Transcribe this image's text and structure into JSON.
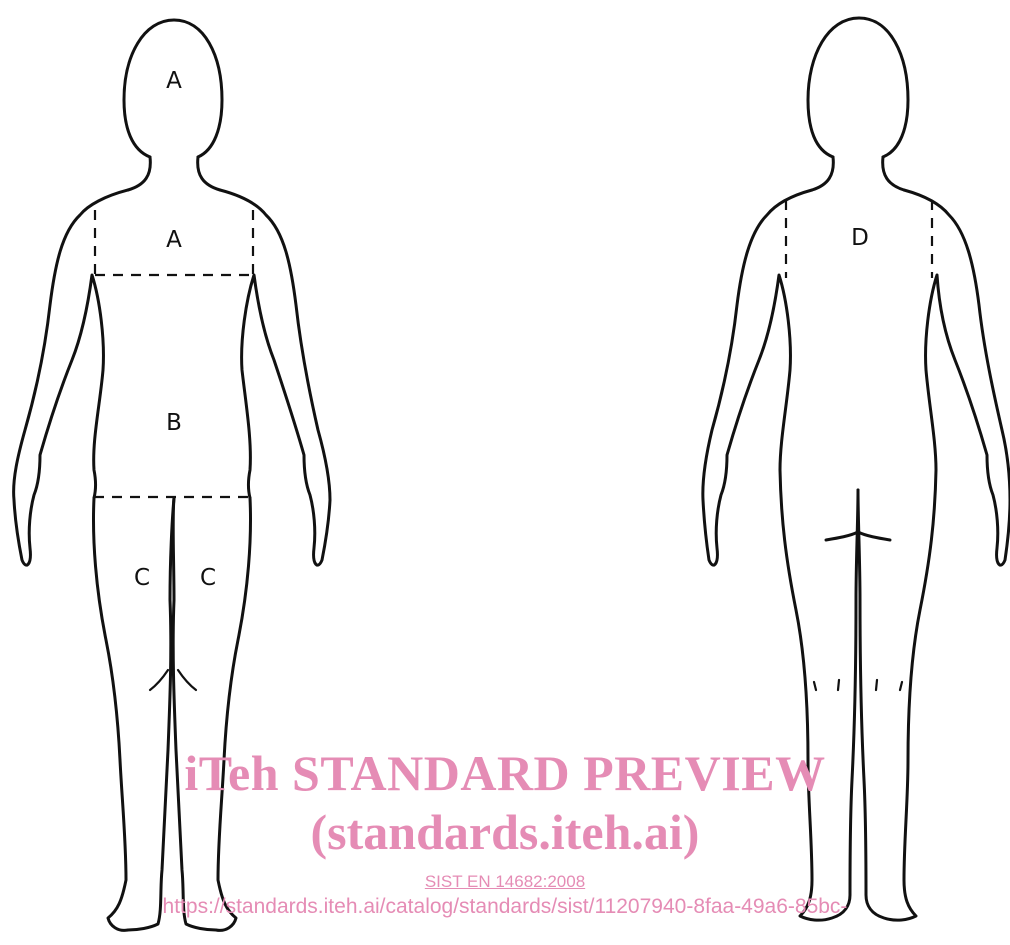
{
  "zones": {
    "front_head": "A",
    "front_chest": "A",
    "front_trunk": "B",
    "front_left_leg": "C",
    "front_right_leg": "C",
    "back_upper": "D"
  },
  "watermark": {
    "line1": "iTeh STANDARD PREVIEW",
    "line2": "(standards.iteh.ai)",
    "code": "SIST EN 14682:2008",
    "url": "https://standards.iteh.ai/catalog/standards/sist/11207940-8faa-49a6-85bc-",
    "color": "#e58cb5"
  }
}
